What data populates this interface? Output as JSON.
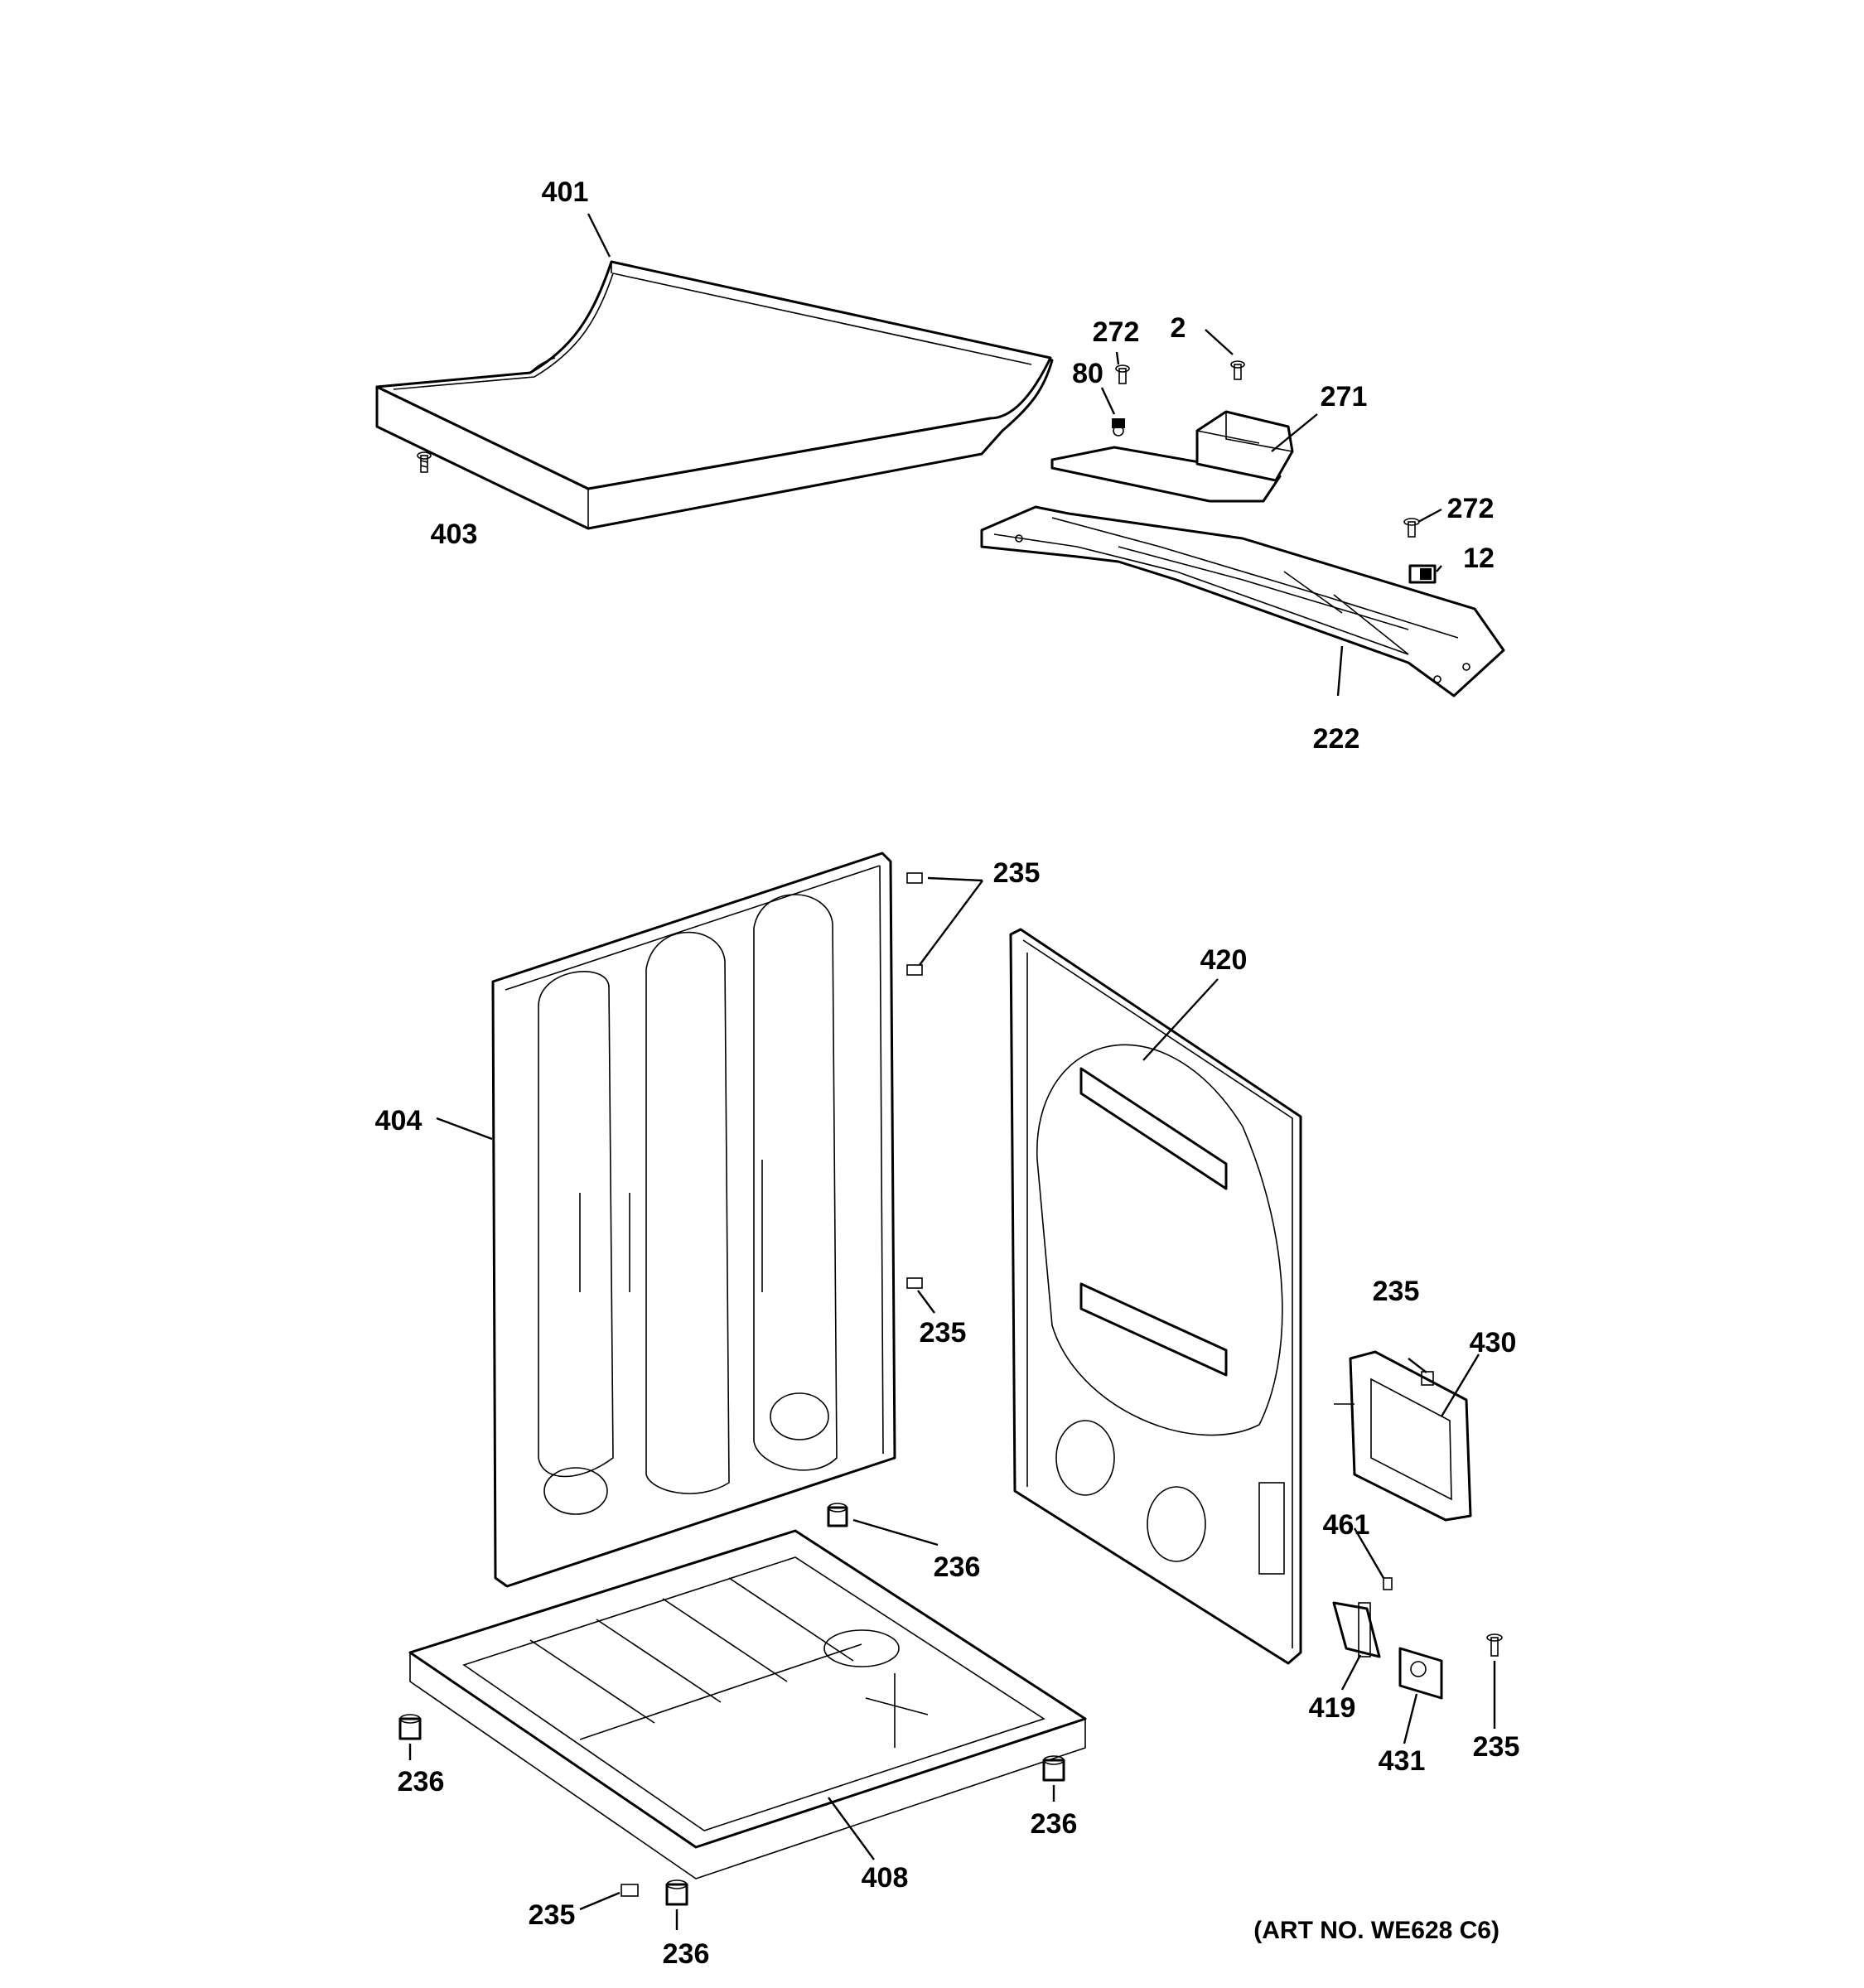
{
  "caption": "(ART NO. WE628 C6)",
  "callouts": {
    "c401": "401",
    "c403": "403",
    "c272a": "272",
    "c2": "2",
    "c80": "80",
    "c271": "271",
    "c272b": "272",
    "c12": "12",
    "c222": "222",
    "c235a": "235",
    "c404": "404",
    "c235b": "235",
    "c420": "420",
    "c235c": "235",
    "c430": "430",
    "c236a": "236",
    "c461": "461",
    "c419": "419",
    "c431": "431",
    "c235d": "235",
    "c236b": "236",
    "c236c": "236",
    "c408": "408",
    "c235e": "235",
    "c236d": "236"
  }
}
